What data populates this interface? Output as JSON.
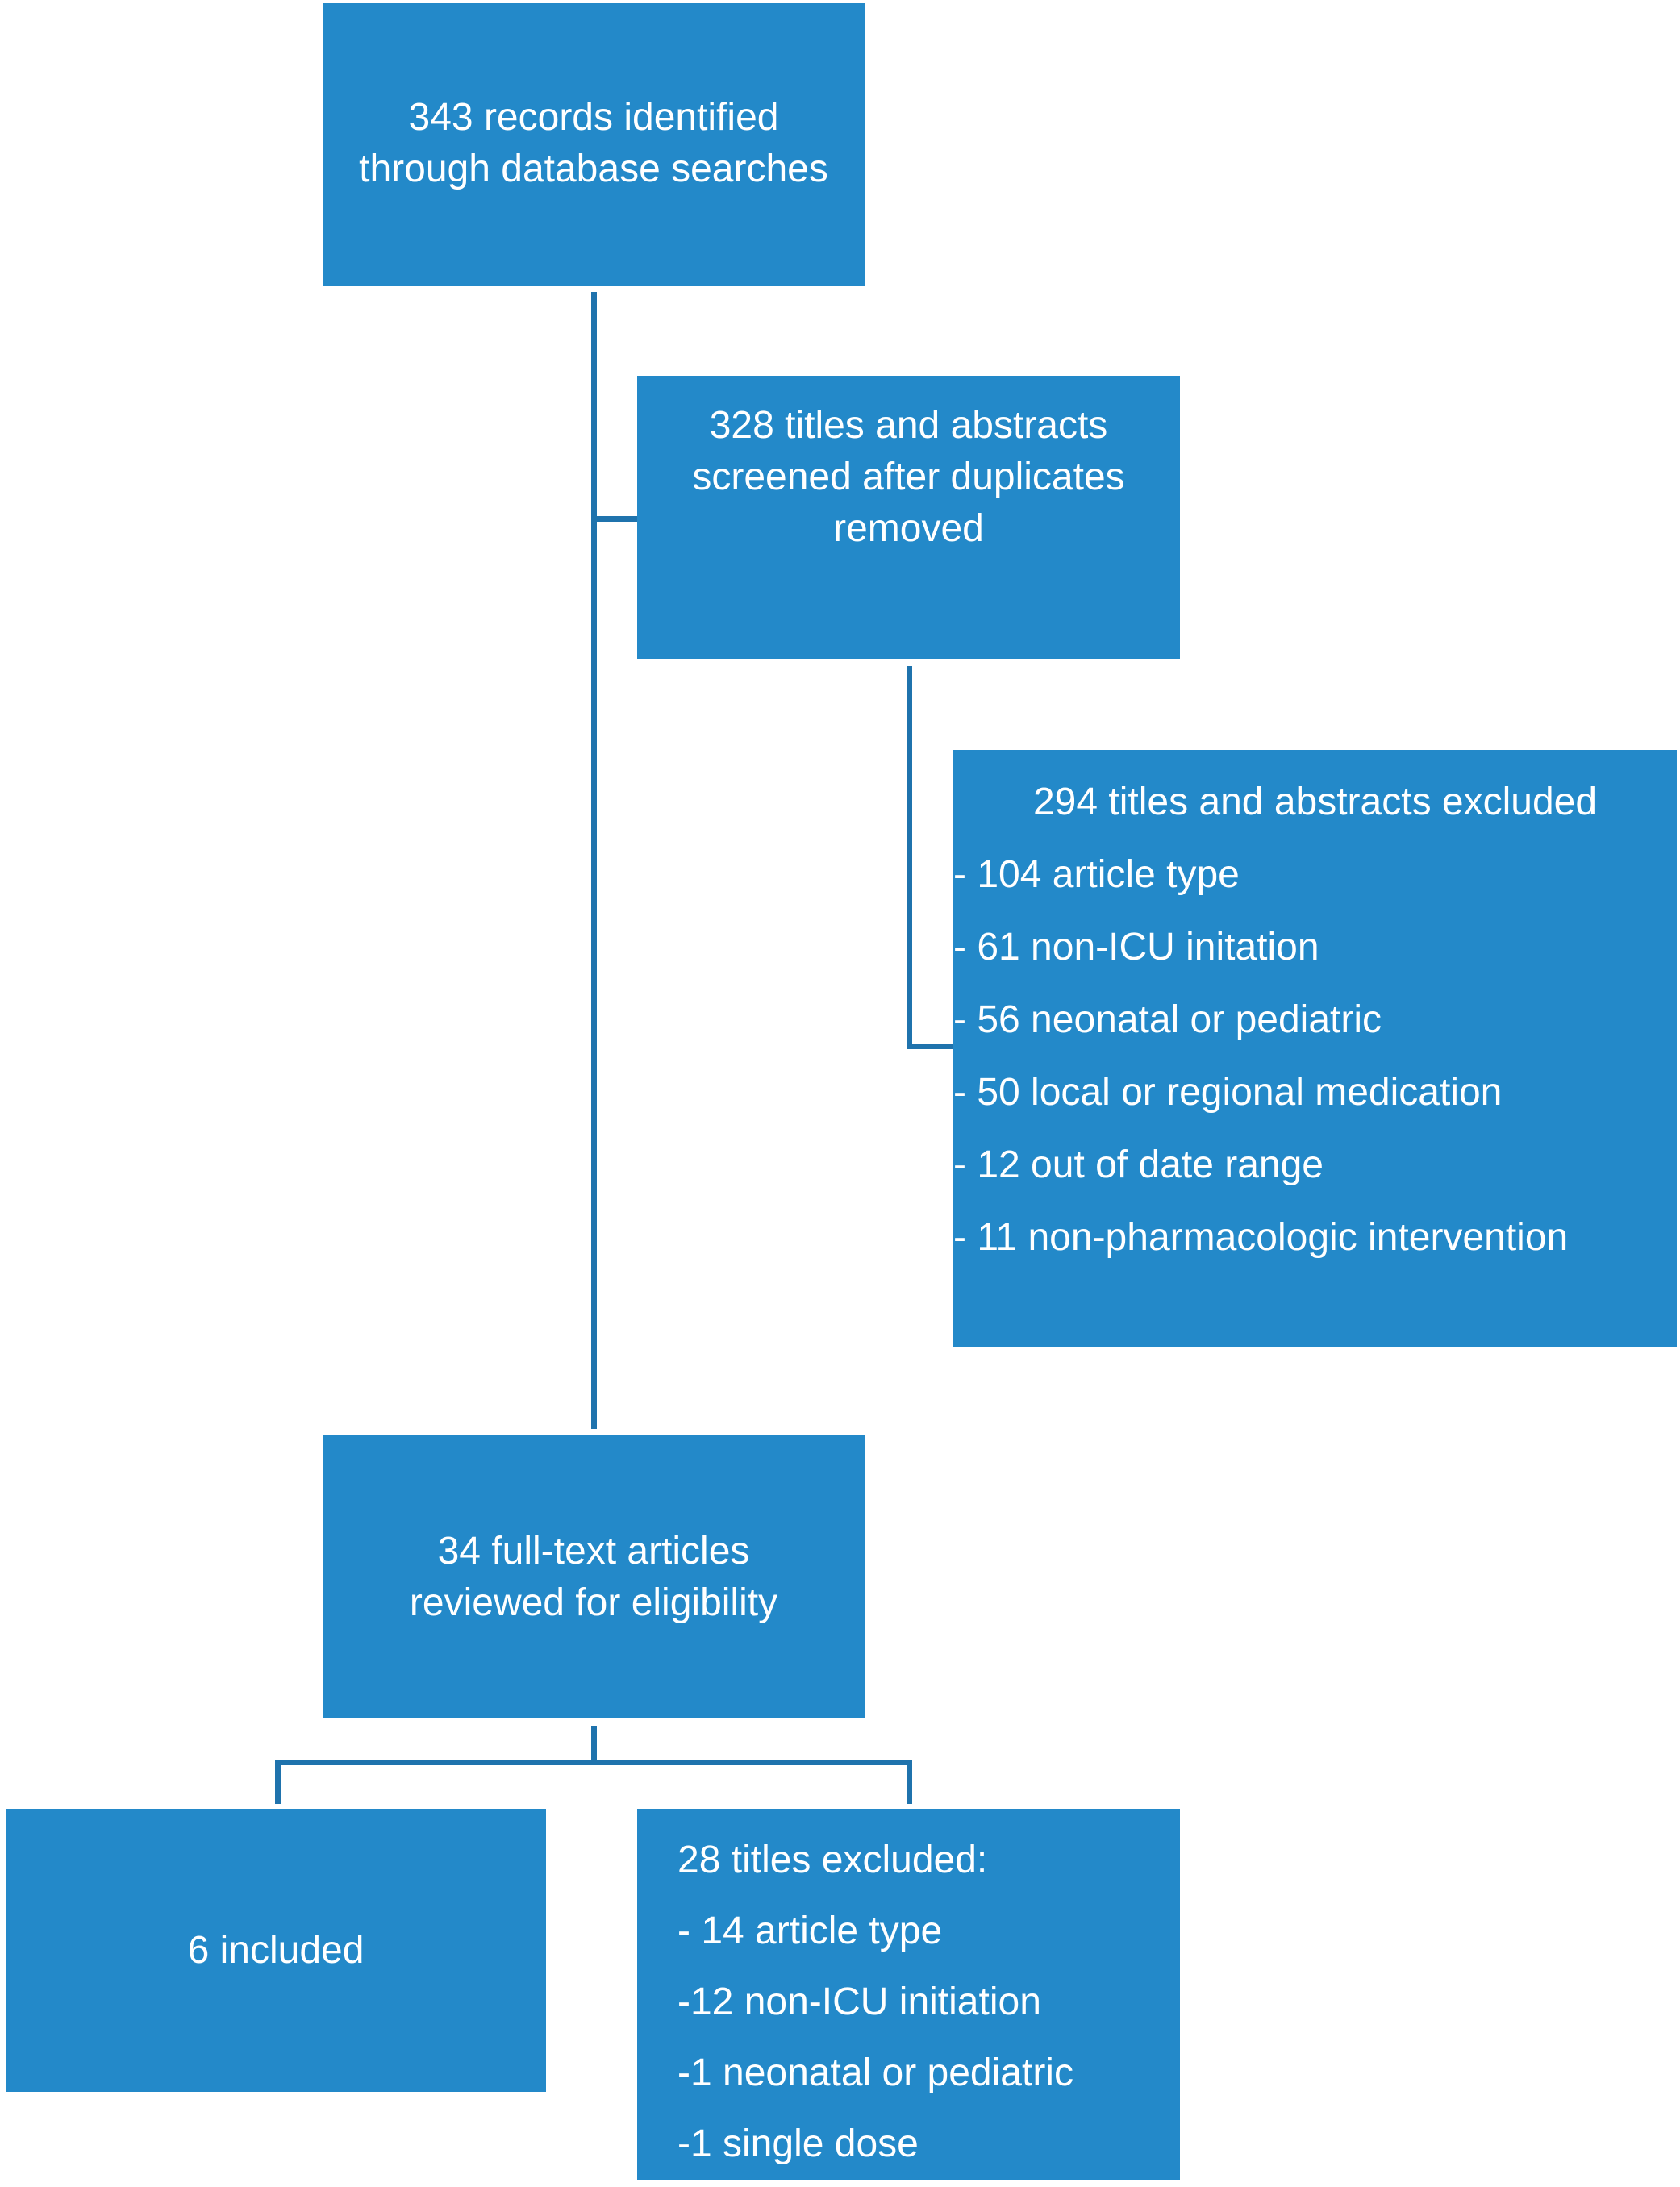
{
  "colors": {
    "box_fill": "#2389c9",
    "connector": "#1f73ad",
    "text": "#ffffff"
  },
  "identified": {
    "lines": [
      "343 records identified",
      "through database searches"
    ]
  },
  "screened": {
    "lines": [
      "328 titles and abstracts",
      "screened after duplicates",
      "removed"
    ]
  },
  "excluded_screening": {
    "heading": "294 titles and abstracts excluded",
    "items": [
      "- 104 article type",
      "- 61 non-ICU initation",
      "- 56 neonatal or pediatric",
      "- 50 local or regional medication",
      "- 12 out of date range",
      "- 11 non-pharmacologic intervention"
    ]
  },
  "fulltext": {
    "lines": [
      "34 full-text articles",
      "reviewed for eligibility"
    ]
  },
  "included": {
    "label": "6 included"
  },
  "excluded_fulltext": {
    "heading": "28 titles excluded:",
    "items": [
      "- 14 article type",
      "-12 non-ICU initiation",
      "-1 neonatal or pediatric",
      "-1 single dose"
    ]
  }
}
